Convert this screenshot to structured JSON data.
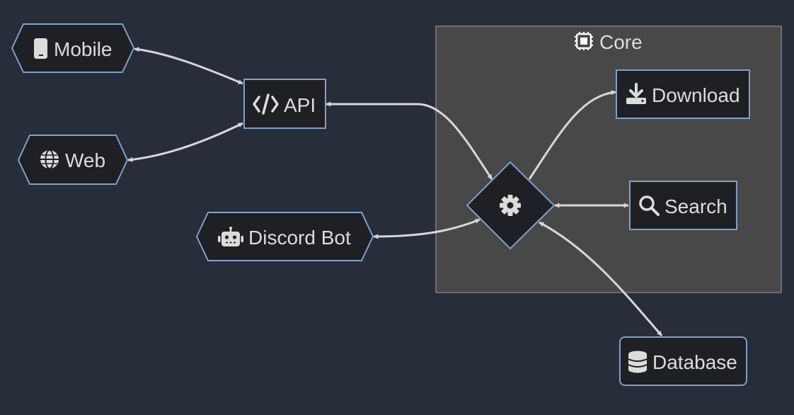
{
  "diagram": {
    "groups": [
      {
        "id": "core",
        "label": "Core",
        "icon": "chip-icon"
      }
    ],
    "nodes": [
      {
        "id": "mobile",
        "label": "Mobile",
        "shape": "hexagon",
        "icon": "mobile-phone-icon"
      },
      {
        "id": "web",
        "label": "Web",
        "shape": "hexagon",
        "icon": "globe-icon"
      },
      {
        "id": "api",
        "label": "API",
        "shape": "rectangle",
        "icon": "code-icon"
      },
      {
        "id": "discord",
        "label": "Discord Bot",
        "shape": "hexagon",
        "icon": "robot-icon"
      },
      {
        "id": "hub",
        "label": "",
        "shape": "diamond",
        "icon": "gear-icon"
      },
      {
        "id": "download",
        "label": "Download",
        "shape": "rectangle",
        "icon": "download-icon"
      },
      {
        "id": "search",
        "label": "Search",
        "shape": "rectangle",
        "icon": "search-icon"
      },
      {
        "id": "database",
        "label": "Database",
        "shape": "rounded-rectangle",
        "icon": "database-icon"
      }
    ],
    "edges": [
      {
        "from": "mobile",
        "to": "api",
        "arrows": "both"
      },
      {
        "from": "web",
        "to": "api",
        "arrows": "both"
      },
      {
        "from": "api",
        "to": "hub",
        "arrows": "both"
      },
      {
        "from": "discord",
        "to": "hub",
        "arrows": "both"
      },
      {
        "from": "hub",
        "to": "download",
        "arrows": "forward"
      },
      {
        "from": "hub",
        "to": "search",
        "arrows": "both"
      },
      {
        "from": "hub",
        "to": "database",
        "arrows": "both"
      }
    ],
    "colors": {
      "background": "#282d3a",
      "group_fill": "#484848",
      "group_border": "#6e6e6e",
      "node_fill": "#1f2023",
      "node_border": "#7aa2cf",
      "edge": "#d7d7d7",
      "text": "#dcdcdc"
    }
  }
}
